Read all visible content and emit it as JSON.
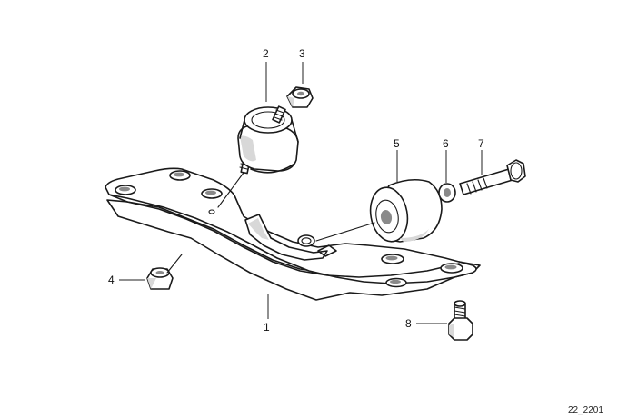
{
  "callouts": [
    {
      "id": "1",
      "label": "1"
    },
    {
      "id": "2",
      "label": "2"
    },
    {
      "id": "3",
      "label": "3"
    },
    {
      "id": "4",
      "label": "4"
    },
    {
      "id": "5",
      "label": "5"
    },
    {
      "id": "6",
      "label": "6"
    },
    {
      "id": "7",
      "label": "7"
    },
    {
      "id": "8",
      "label": "8"
    }
  ],
  "drawing_number": "22_2201"
}
